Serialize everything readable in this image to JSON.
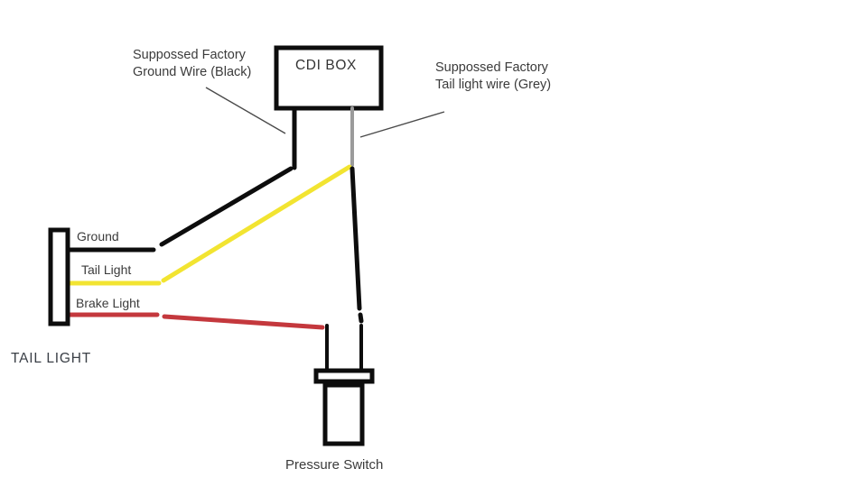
{
  "colors": {
    "background": "#FFFFFF",
    "text": "#3B3B3B",
    "wire_black": "#0D0D0D",
    "wire_grey": "#9B9B9B",
    "wire_yellow": "#F2E431",
    "wire_red": "#C4383D",
    "outline": "#0D0D0D",
    "pointer_line": "#4A4A4A"
  },
  "components": {
    "cdi_box": {
      "label": "CDI BOX"
    },
    "tail_light": {
      "title": "TAIL LIGHT",
      "terminals": [
        {
          "label": "Ground",
          "wire": "black"
        },
        {
          "label": "Tail Light",
          "wire": "yellow"
        },
        {
          "label": "Brake Light",
          "wire": "red"
        }
      ]
    },
    "pressure_switch": {
      "label": "Pressure Switch"
    }
  },
  "annotations": {
    "ground_wire": "Suppossed Factory\nGround Wire (Black)",
    "tail_light_wire": "Suppossed Factory\nTail light wire (Grey)"
  }
}
